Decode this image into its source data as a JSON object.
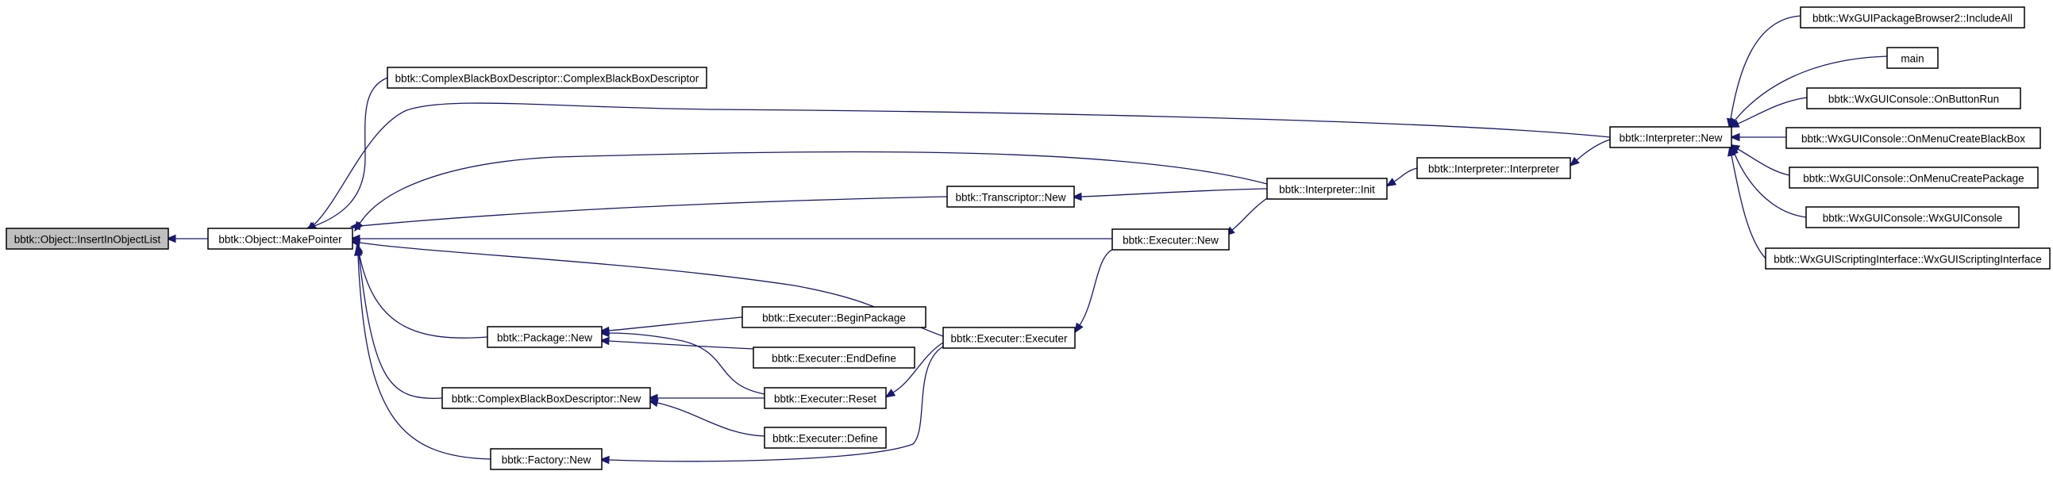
{
  "diagram": {
    "nodes": [
      {
        "id": "insert",
        "label": "bbtk::Object::InsertInObjectList",
        "root": true
      },
      {
        "id": "make",
        "label": "bbtk::Object::MakePointer"
      },
      {
        "id": "cbbd_ctor",
        "label": "bbtk::ComplexBlackBoxDescriptor::ComplexBlackBoxDescriptor"
      },
      {
        "id": "transcriptor_new",
        "label": "bbtk::Transcriptor::New"
      },
      {
        "id": "interp_init",
        "label": "bbtk::Interpreter::Init"
      },
      {
        "id": "interp_ctor",
        "label": "bbtk::Interpreter::Interpreter"
      },
      {
        "id": "interp_new",
        "label": "bbtk::Interpreter::New"
      },
      {
        "id": "wx_includeall",
        "label": "bbtk::WxGUIPackageBrowser2::IncludeAll"
      },
      {
        "id": "main",
        "label": "main"
      },
      {
        "id": "wx_onbuttonrun",
        "label": "bbtk::WxGUIConsole::OnButtonRun"
      },
      {
        "id": "wx_onmenucreatebb",
        "label": "bbtk::WxGUIConsole::OnMenuCreateBlackBox"
      },
      {
        "id": "wx_onmenucreatepkg",
        "label": "bbtk::WxGUIConsole::OnMenuCreatePackage"
      },
      {
        "id": "wx_console",
        "label": "bbtk::WxGUIConsole::WxGUIConsole"
      },
      {
        "id": "wx_scripting",
        "label": "bbtk::WxGUIScriptingInterface::WxGUIScriptingInterface"
      },
      {
        "id": "executer_new",
        "label": "bbtk::Executer::New"
      },
      {
        "id": "executer_ctor",
        "label": "bbtk::Executer::Executer"
      },
      {
        "id": "package_new",
        "label": "bbtk::Package::New"
      },
      {
        "id": "begin_package",
        "label": "bbtk::Executer::BeginPackage"
      },
      {
        "id": "end_define",
        "label": "bbtk::Executer::EndDefine"
      },
      {
        "id": "cbbd_new",
        "label": "bbtk::ComplexBlackBoxDescriptor::New"
      },
      {
        "id": "executer_reset",
        "label": "bbtk::Executer::Reset"
      },
      {
        "id": "executer_define",
        "label": "bbtk::Executer::Define"
      },
      {
        "id": "factory_new",
        "label": "bbtk::Factory::New"
      }
    ],
    "edges": [
      {
        "from": "make",
        "to": "insert"
      },
      {
        "from": "cbbd_ctor",
        "to": "make"
      },
      {
        "from": "interp_new",
        "to": "make"
      },
      {
        "from": "interp_init",
        "to": "make"
      },
      {
        "from": "transcriptor_new",
        "to": "make"
      },
      {
        "from": "executer_new",
        "to": "make"
      },
      {
        "from": "executer_ctor",
        "to": "make"
      },
      {
        "from": "package_new",
        "to": "make"
      },
      {
        "from": "cbbd_new",
        "to": "make"
      },
      {
        "from": "factory_new",
        "to": "make"
      },
      {
        "from": "interp_init",
        "to": "transcriptor_new"
      },
      {
        "from": "interp_ctor",
        "to": "interp_init"
      },
      {
        "from": "interp_new",
        "to": "interp_ctor"
      },
      {
        "from": "wx_includeall",
        "to": "interp_new"
      },
      {
        "from": "main",
        "to": "interp_new"
      },
      {
        "from": "wx_onbuttonrun",
        "to": "interp_new"
      },
      {
        "from": "wx_onmenucreatebb",
        "to": "interp_new"
      },
      {
        "from": "wx_onmenucreatepkg",
        "to": "interp_new"
      },
      {
        "from": "wx_console",
        "to": "interp_new"
      },
      {
        "from": "wx_scripting",
        "to": "interp_new"
      },
      {
        "from": "interp_init",
        "to": "executer_new"
      },
      {
        "from": "executer_new",
        "to": "executer_ctor"
      },
      {
        "from": "begin_package",
        "to": "package_new"
      },
      {
        "from": "end_define",
        "to": "package_new"
      },
      {
        "from": "executer_reset",
        "to": "package_new"
      },
      {
        "from": "executer_reset",
        "to": "cbbd_new"
      },
      {
        "from": "executer_define",
        "to": "cbbd_new"
      },
      {
        "from": "executer_ctor",
        "to": "executer_reset"
      },
      {
        "from": "executer_ctor",
        "to": "factory_new"
      }
    ]
  }
}
